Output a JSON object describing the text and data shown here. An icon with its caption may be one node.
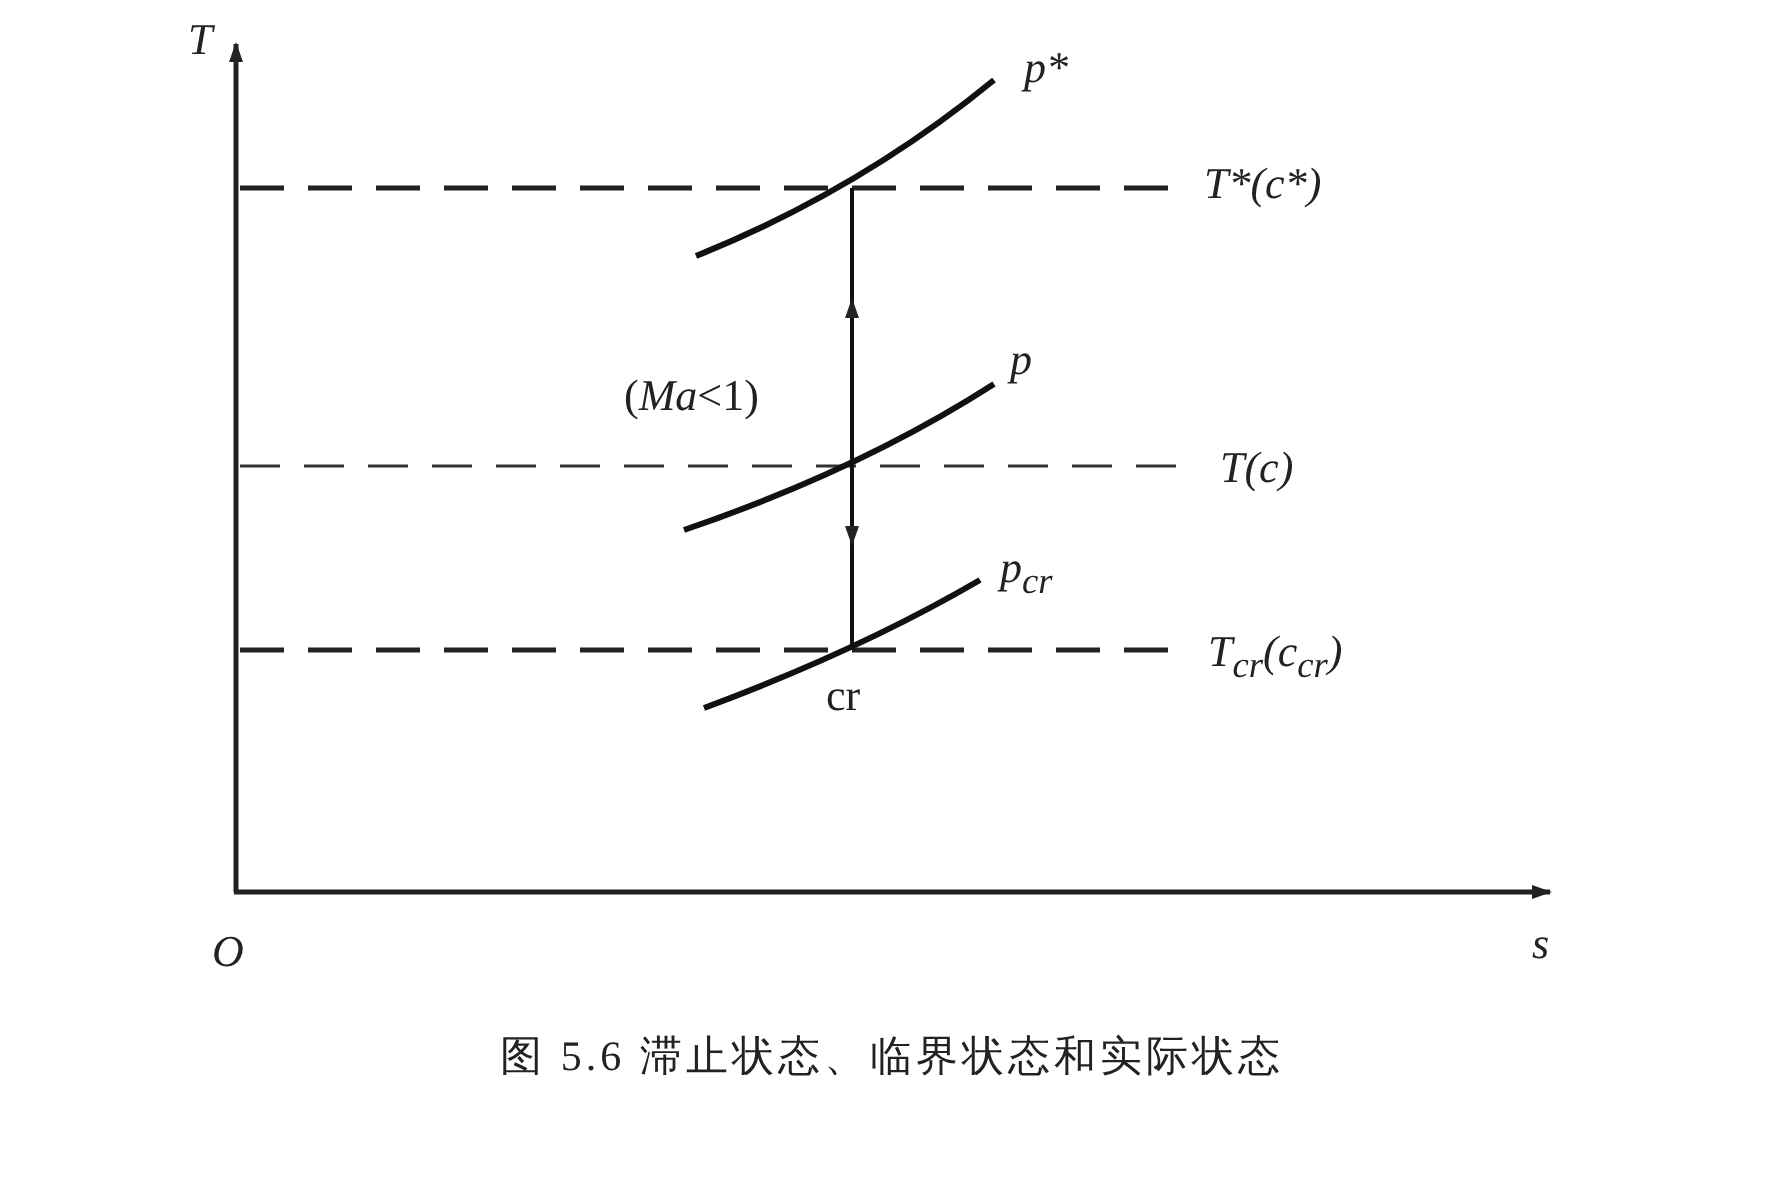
{
  "diagram": {
    "caption": "图 5.6 滞止状态、临界状态和实际状态",
    "labels": [
      "T",
      "p*",
      "T*(c*)",
      "p",
      "(*Ma*<1)",
      "T(c)",
      "p$_{cr}$",
      "T$_{cr}$(c$_{cr}$)",
      "cr",
      "O",
      "s"
    ]
  }
}
